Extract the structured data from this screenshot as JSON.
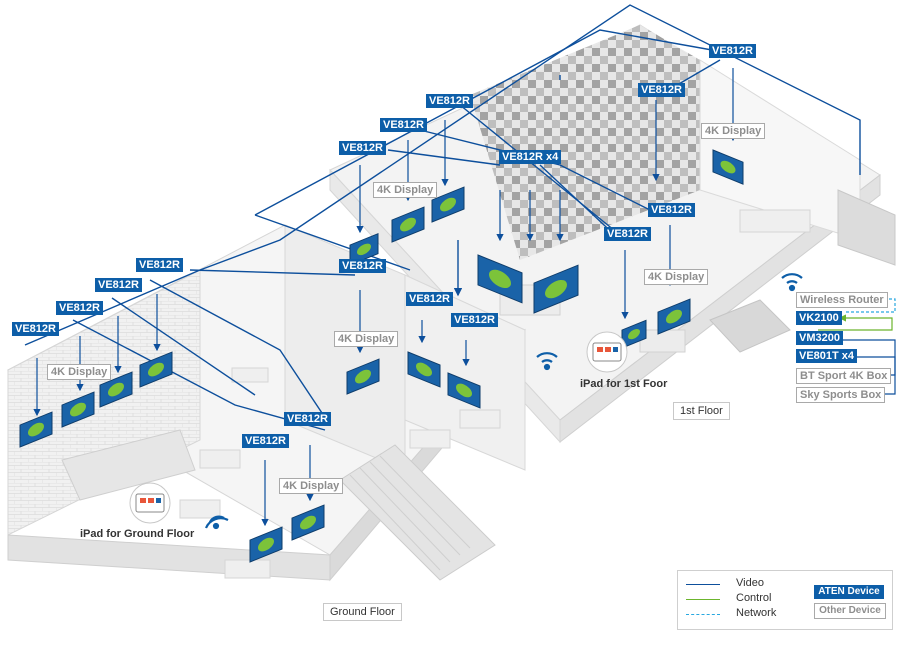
{
  "colors": {
    "video": "#0d4f9c",
    "control": "#6cb52d",
    "network": "#29a8e0",
    "aten": "#0d5ea8"
  },
  "labels": {
    "ve812r": "VE812R",
    "ve812r_x4": "VE812R x4",
    "display_4k": "4K Display",
    "ground_floor": "Ground Floor",
    "first_floor": "1st Floor",
    "ipad_ground": "iPad for Ground Floor",
    "ipad_first": "iPad for 1st Foor"
  },
  "devices": {
    "wireless_router": "Wireless Router",
    "vk2100": "VK2100",
    "vm3200": "VM3200",
    "ve801t": "VE801T x4",
    "bt_sport": "BT Sport 4K Box",
    "sky_sports": "Sky Sports Box"
  },
  "legend": {
    "video": "Video",
    "control": "Control",
    "network": "Network",
    "aten_device": "ATEN Device",
    "other_device": "Other Device"
  }
}
